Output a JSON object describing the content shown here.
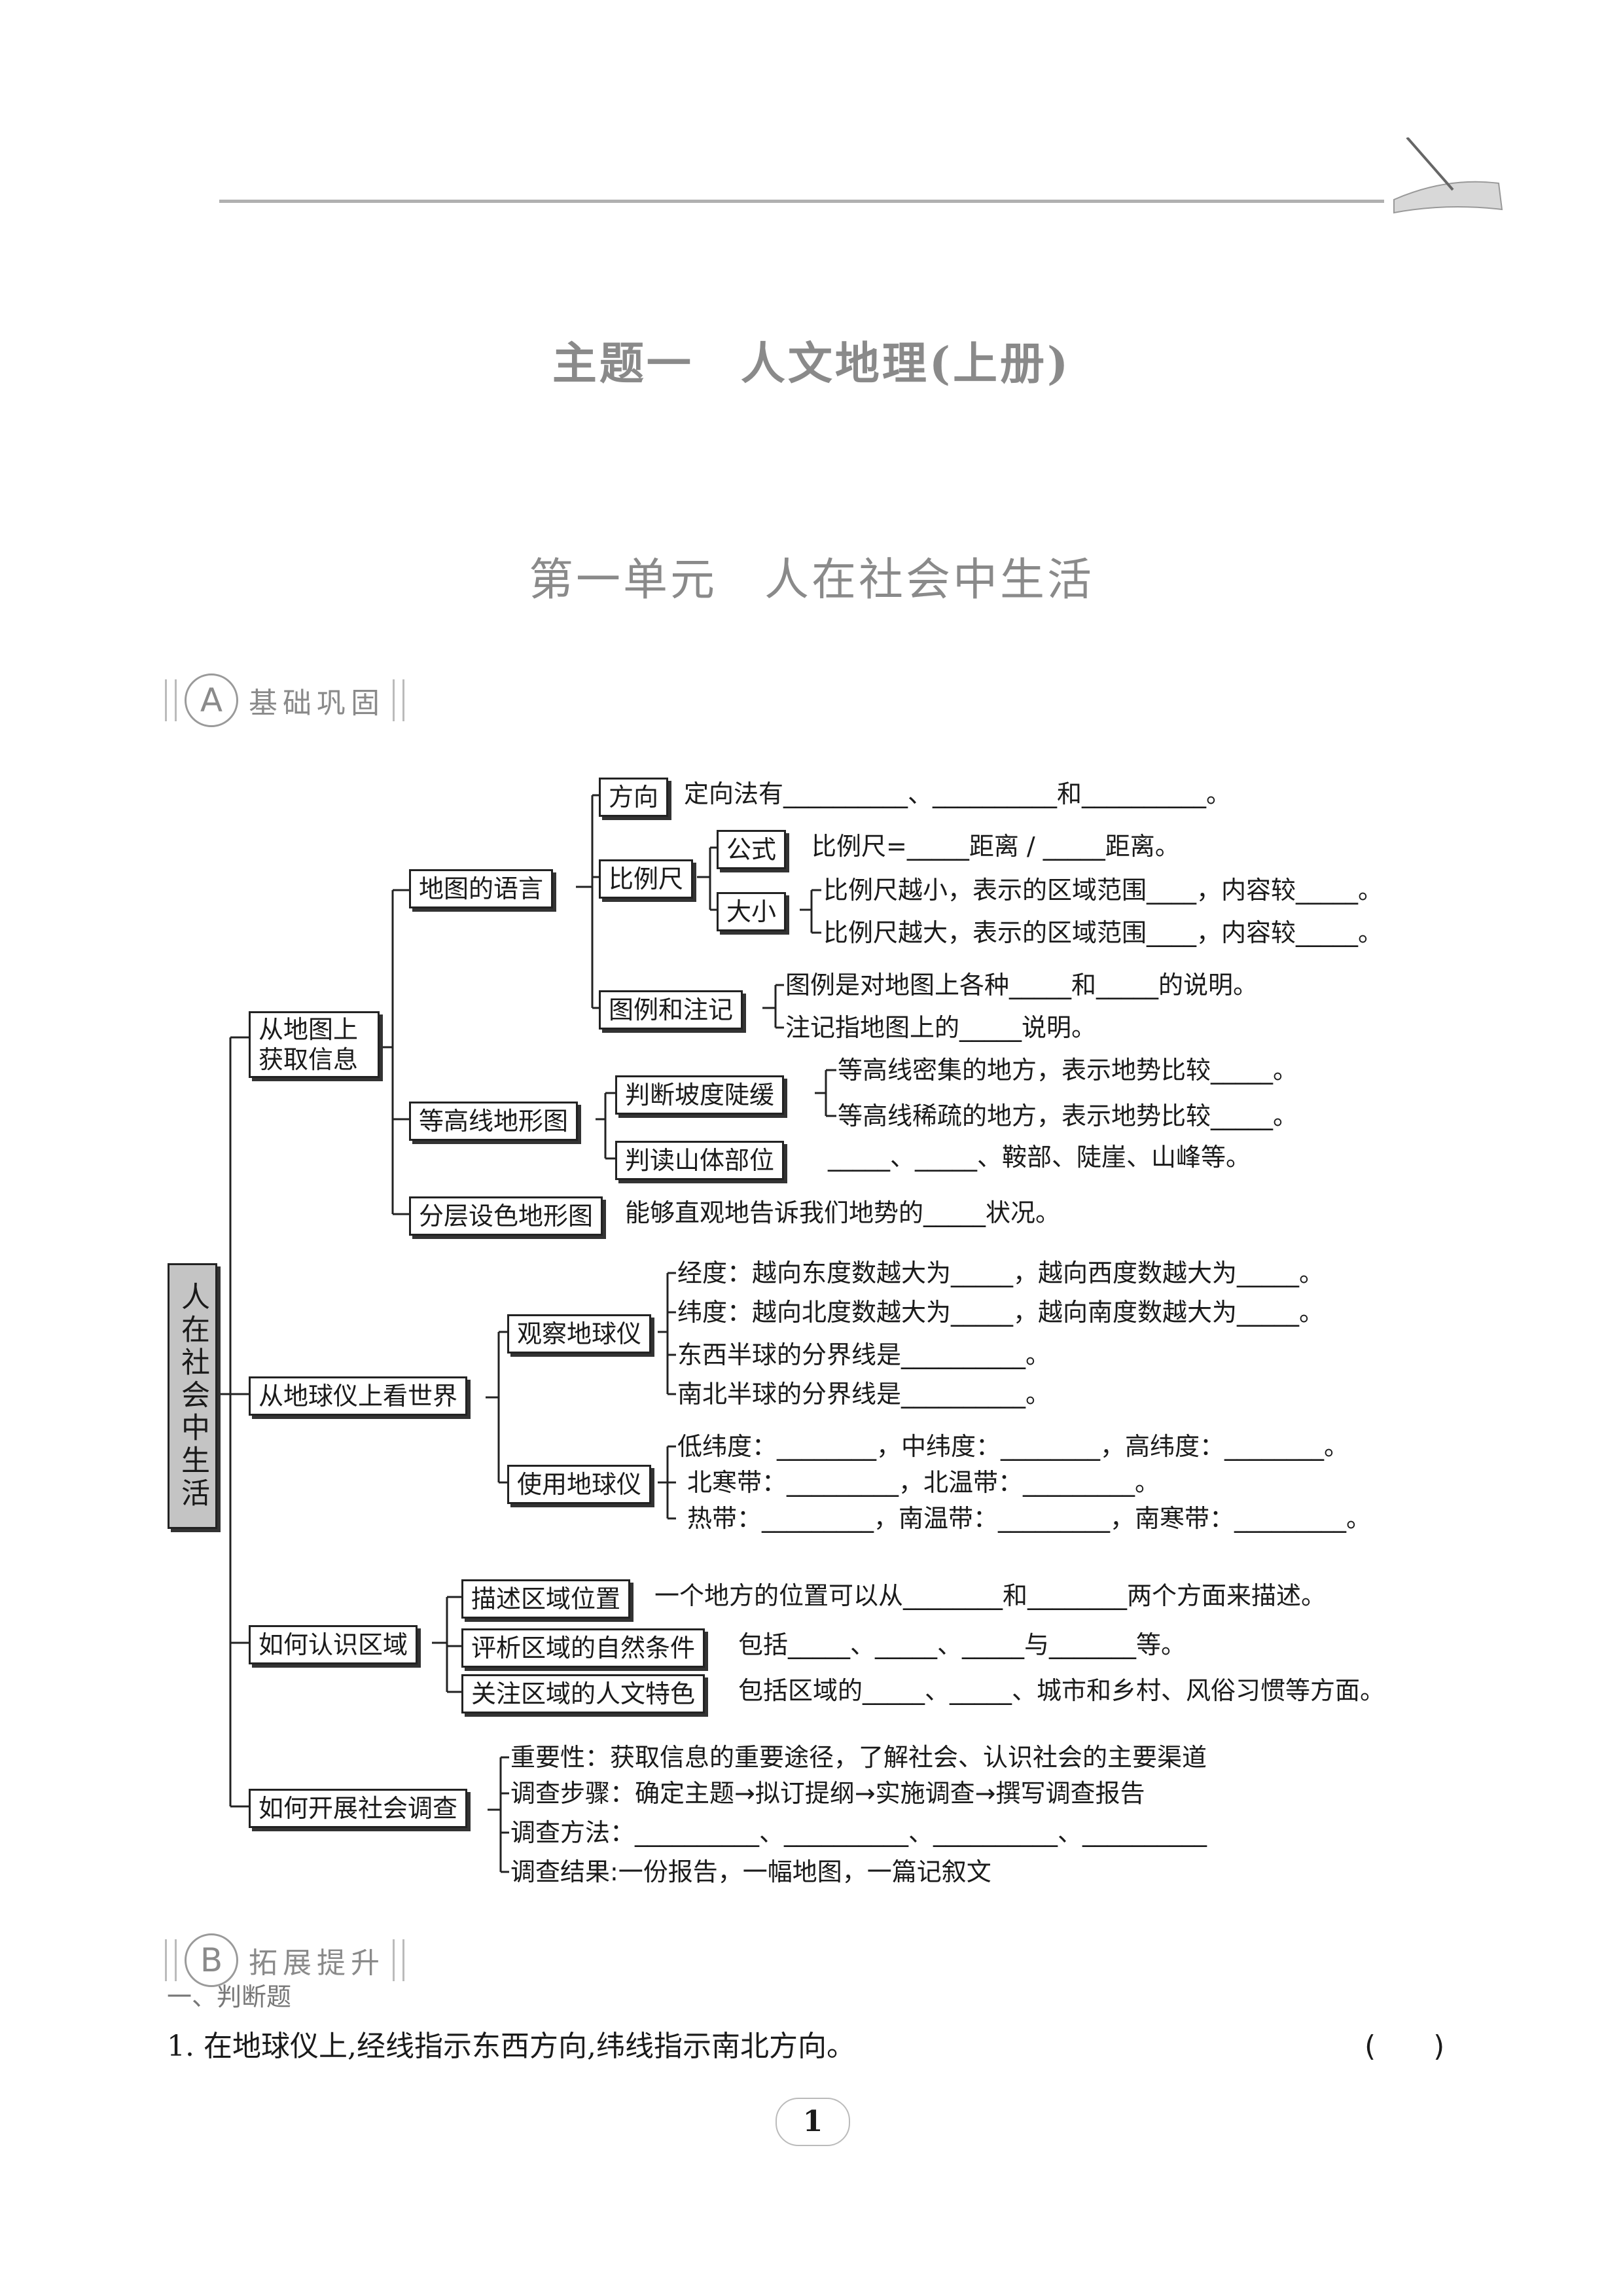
{
  "header": {
    "theme_title": "主题一　人文地理(上册)",
    "unit_title": "第一单元　人在社会中生活"
  },
  "section_a": {
    "badge": "A",
    "label": "基础巩固"
  },
  "section_b": {
    "badge": "B",
    "label": "拓展提升"
  },
  "mindmap": {
    "root": "人在社会中生活",
    "n1": "从地图上获取信息",
    "n1a": "地图的语言",
    "n1a_dir": "方向",
    "n1a_dir_t": "定向法有__________、__________和__________。",
    "n1a_scale": "比例尺",
    "n1a_formula": "公式",
    "n1a_formula_t": "比例尺=_____距离 / _____距离。",
    "n1a_size": "大小",
    "n1a_size_t1": "比例尺越小，表示的区域范围____，内容较_____。",
    "n1a_size_t2": "比例尺越大，表示的区域范围____，内容较_____。",
    "n1a_legend": "图例和注记",
    "n1a_legend_t1": "图例是对地图上各种_____和_____的说明。",
    "n1a_legend_t2": "注记指地图上的_____说明。",
    "n1b": "等高线地形图",
    "n1b_slope": "判断坡度陡缓",
    "n1b_slope_t1": "等高线密集的地方，表示地势比较_____。",
    "n1b_slope_t2": "等高线稀疏的地方，表示地势比较_____。",
    "n1b_mount": "判读山体部位",
    "n1b_mount_t": "_____、_____、鞍部、陡崖、山峰等。",
    "n1c": "分层设色地形图",
    "n1c_t": "能够直观地告诉我们地势的_____状况。",
    "n2": "从地球仪上看世界",
    "n2a": "观察地球仪",
    "n2a_t1": "经度：越向东度数越大为_____，越向西度数越大为_____。",
    "n2a_t2": "纬度：越向北度数越大为_____，越向南度数越大为_____。",
    "n2a_t3": "东西半球的分界线是__________。",
    "n2a_t4": "南北半球的分界线是__________。",
    "n2b": "使用地球仪",
    "n2b_t1": "低纬度：________，中纬度：________，高纬度：________。",
    "n2b_t2": "北寒带：_________，北温带：_________。",
    "n2b_t3": "热带：_________，南温带：_________，南寒带：_________。",
    "n3": "如何认识区域",
    "n3a": "描述区域位置",
    "n3a_t": "一个地方的位置可以从________和________两个方面来描述。",
    "n3b": "评析区域的自然条件",
    "n3b_t": "包括_____、_____、_____与_______等。",
    "n3c": "关注区域的人文特色",
    "n3c_t": "包括区域的_____、_____、城市和乡村、风俗习惯等方面。",
    "n4": "如何开展社会调查",
    "n4_t1": "重要性：获取信息的重要途径，了解社会、认识社会的主要渠道",
    "n4_t2": "调查步骤：确定主题→拟订提纲→实施调查→撰写调查报告",
    "n4_t3": "调查方法：__________、__________、__________、__________",
    "n4_t4": "调查结果:一份报告，一幅地图，一篇记叙文"
  },
  "exercise": {
    "heading": "一、判断题",
    "q1": "1. 在地球仪上,经线指示东西方向,纬线指示南北方向。",
    "q1_paren": "(　　)"
  },
  "page_number": "1"
}
